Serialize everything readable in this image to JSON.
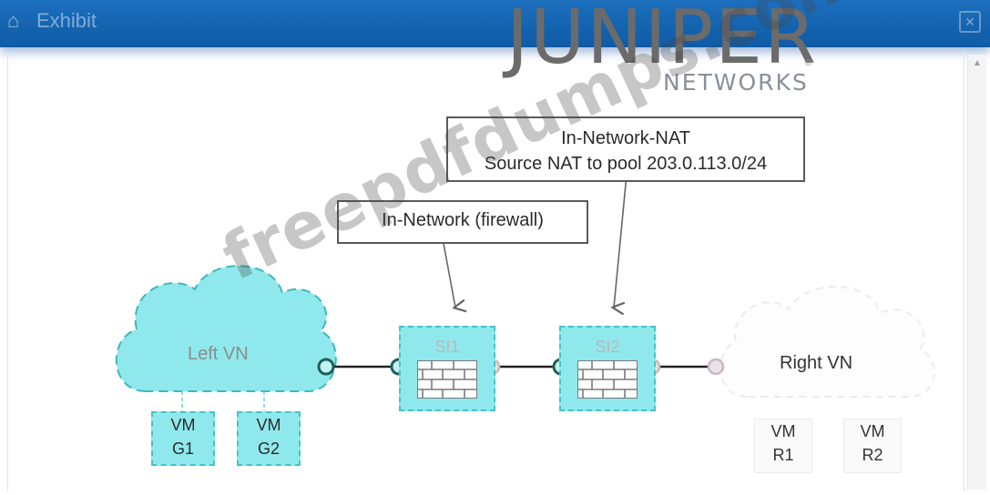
{
  "window": {
    "title": "Exhibit",
    "close_glyph": "✕"
  },
  "logo": {
    "main": "JUNIPER",
    "sub": "NETWORKS",
    "reg": "®"
  },
  "callouts": {
    "nat_title": "In-Network-NAT",
    "nat_detail": "Source NAT to pool 203.0.113.0/24",
    "firewall": "In-Network (firewall)"
  },
  "service_instances": [
    {
      "label": "SI1"
    },
    {
      "label": "SI2"
    }
  ],
  "networks": {
    "left": "Left VN",
    "right": "Right VN"
  },
  "vms_left": [
    {
      "line1": "VM",
      "line2": "G1"
    },
    {
      "line1": "VM",
      "line2": "G2"
    }
  ],
  "vms_right": [
    {
      "line1": "VM",
      "line2": "R1"
    },
    {
      "line1": "VM",
      "line2": "R2"
    }
  ],
  "watermark": "freepdfdumps.com",
  "colors": {
    "titlebar": "#1565b3",
    "node_fill": "#8fe9ec",
    "node_border": "#47c2c7",
    "connector_dark": "#1f5f5a",
    "connector_light": "#c8b9c2"
  },
  "icons": [
    "app-icon",
    "close-icon",
    "firewall-icon",
    "cloud-icon",
    "arrow-icon"
  ]
}
